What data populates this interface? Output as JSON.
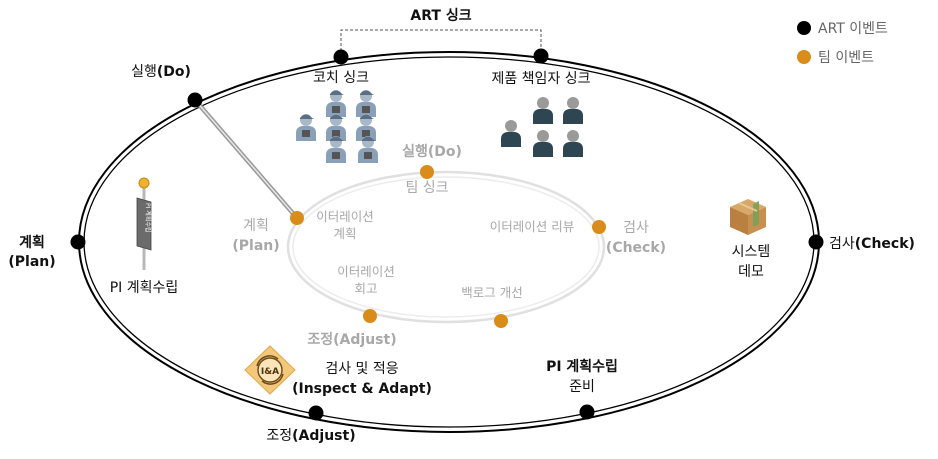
{
  "legend": {
    "art_event_label": "ART 이벤트",
    "team_event_label": "팀 이벤트"
  },
  "colors": {
    "art_dot": "#000000",
    "team_dot": "#d98c1a",
    "inner_ring": "#e2e2e2",
    "person": "#2e4552",
    "coach": "#8aa0b8"
  },
  "outer": {
    "art_sync": "ART 싱크",
    "coach_sync": "코치 싱크",
    "po_sync": "제품 책임자 싱크",
    "do_prefix": "실행",
    "do_suffix": "(Do)",
    "plan_line1": "계획",
    "plan_line2": "(Plan)",
    "check_prefix": "검사",
    "check_suffix": "(Check)",
    "adjust_prefix": "조정",
    "adjust_suffix": "(Adjust)",
    "pi_planning": "PI 계획수립",
    "ia_line1": "검사 및 적응",
    "ia_line2": "(Inspect & Adapt)",
    "pi_prep_line1": "PI 계획수립",
    "pi_prep_line2": "준비",
    "system_demo_line1": "시스템",
    "system_demo_line2": "데모",
    "ia_icon_text": "I&A",
    "pi_pin_text": "PI 계획수립"
  },
  "inner": {
    "do_line1": "실행(Do)",
    "team_sync": "팀 싱크",
    "plan_line1": "계획",
    "plan_line2": "(Plan)",
    "iter_plan_line1": "이터레이션",
    "iter_plan_line2": "계획",
    "iter_review": "이터레이션 리뷰",
    "check_line1": "검사",
    "check_line2": "(Check)",
    "iter_retro_line1": "이터레이션",
    "iter_retro_line2": "회고",
    "backlog": "백로그 개선",
    "adjust": "조정(Adjust)"
  }
}
